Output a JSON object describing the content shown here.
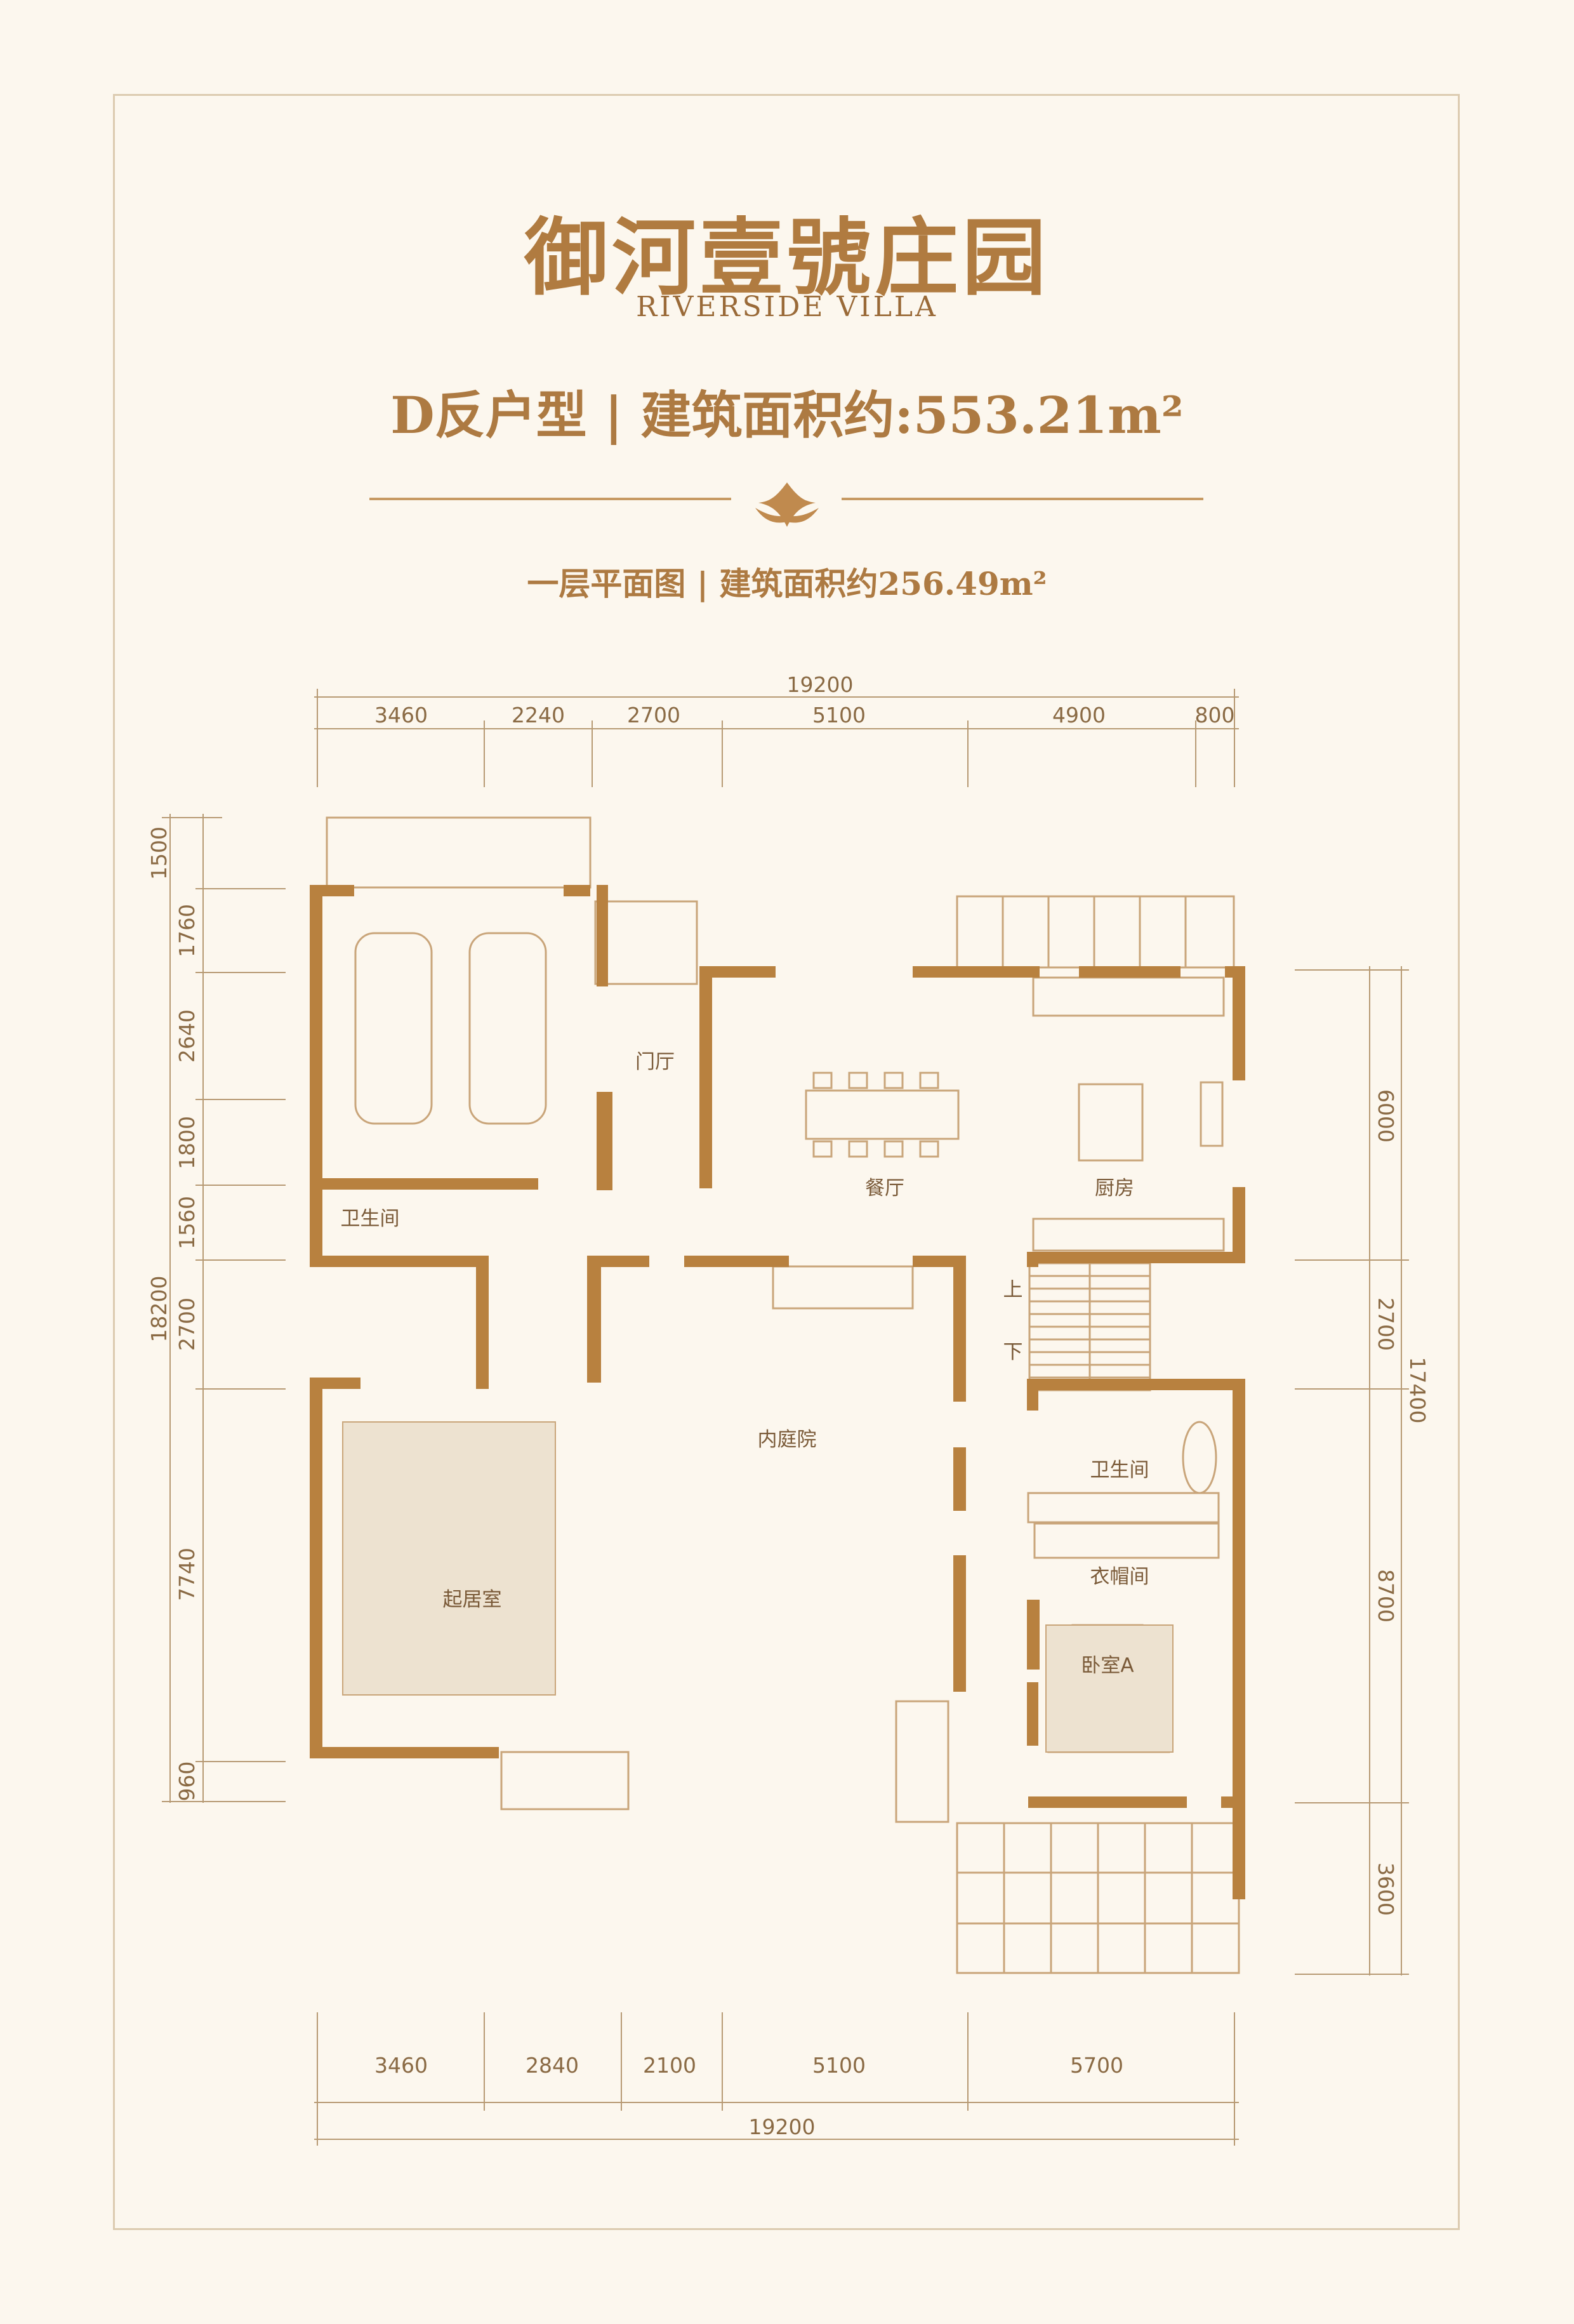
{
  "header": {
    "brand_cn": "御河壹號庄园",
    "brand_en": "RIVERSIDE VILLA",
    "unit_line": "D反户型 | 建筑面积约:553.21m²",
    "floor_line": "一层平面图 | 建筑面积约256.49m²"
  },
  "dims": {
    "top_total": "19200",
    "top": [
      "3460",
      "2240",
      "2700",
      "5100",
      "4900",
      "800"
    ],
    "bottom": [
      "3460",
      "2840",
      "2100",
      "5100",
      "5700"
    ],
    "bottom_total": "19200",
    "left_total": "18200",
    "left": [
      "1500",
      "1760",
      "2640",
      "1800",
      "1560",
      "2700",
      "7740",
      "960"
    ],
    "right_total": "17400",
    "right": [
      "6000",
      "2700",
      "8700",
      "3600"
    ]
  },
  "rooms": {
    "entry": "门厅",
    "dining": "餐厅",
    "kitchen": "厨房",
    "wc1": "卫生间",
    "courtyard": "内庭院",
    "living": "起居室",
    "wc2": "卫生间",
    "closet": "衣帽间",
    "bedroom": "卧室A",
    "up": "上",
    "down": "下"
  },
  "colors": {
    "wall": "#b8813f",
    "line": "#c9a57a",
    "text": "#b07b40"
  }
}
